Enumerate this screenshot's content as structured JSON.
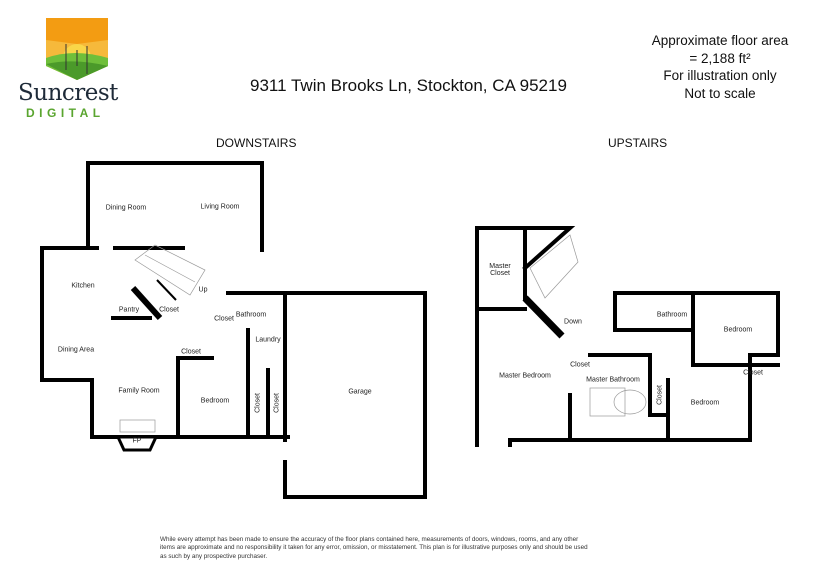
{
  "brand": {
    "name": "Suncrest",
    "sub": "DIGITAL",
    "colors": {
      "sun": "#f5a623",
      "green": "#5aa52f",
      "navy": "#1e2a38"
    }
  },
  "title": "9311 Twin Brooks Ln, Stockton, CA 95219",
  "area_note": [
    "Approximate floor area",
    "= 2,188 ft²",
    "For illustration only",
    "Not to scale"
  ],
  "downstairs": {
    "label": "DOWNSTAIRS",
    "rooms": [
      "Dining Room",
      "Living Room",
      "Kitchen",
      "Pantry",
      "Closet",
      "Up",
      "Closet",
      "Bathroom",
      "Laundry",
      "Closet",
      "Dining Area",
      "Family Room",
      "Bedroom",
      "Closet",
      "Closet",
      "FP",
      "Garage"
    ]
  },
  "upstairs": {
    "label": "UPSTAIRS",
    "rooms": [
      "Master Closet",
      "Down",
      "Bathroom",
      "Bedroom",
      "Closet",
      "Master Bathroom",
      "Master Bedroom",
      "Closet",
      "Closet",
      "Bedroom"
    ]
  },
  "disclaimer": "While every attempt has been made to ensure the accuracy of the floor plans contained here, measurements of doors, windows, rooms, and any other items are approximate and no responsibility it taken for any error, omission, or misstatement. This plan is for illustrative purposes only and should be used as such by any prospective purchaser."
}
